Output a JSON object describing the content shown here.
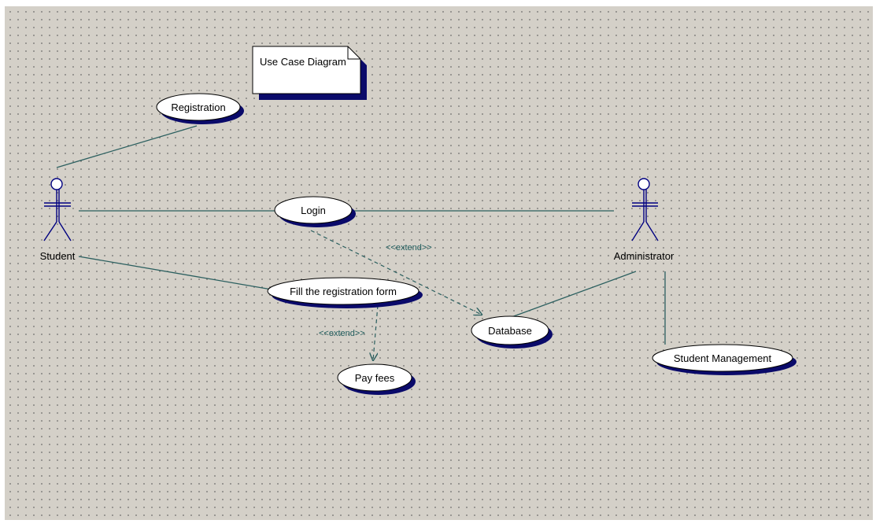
{
  "diagram": {
    "note": "Use Case Diagram",
    "actors": {
      "student": "Student",
      "administrator": "Administrator"
    },
    "use_cases": {
      "registration": "Registration",
      "login": "Login",
      "fill_form": "Fill the registration form",
      "database": "Database",
      "pay_fees": "Pay fees",
      "student_management": "Student Management"
    },
    "stereotypes": {
      "login_database": "<<extend>>",
      "form_payfees": "<<extend>>"
    }
  }
}
